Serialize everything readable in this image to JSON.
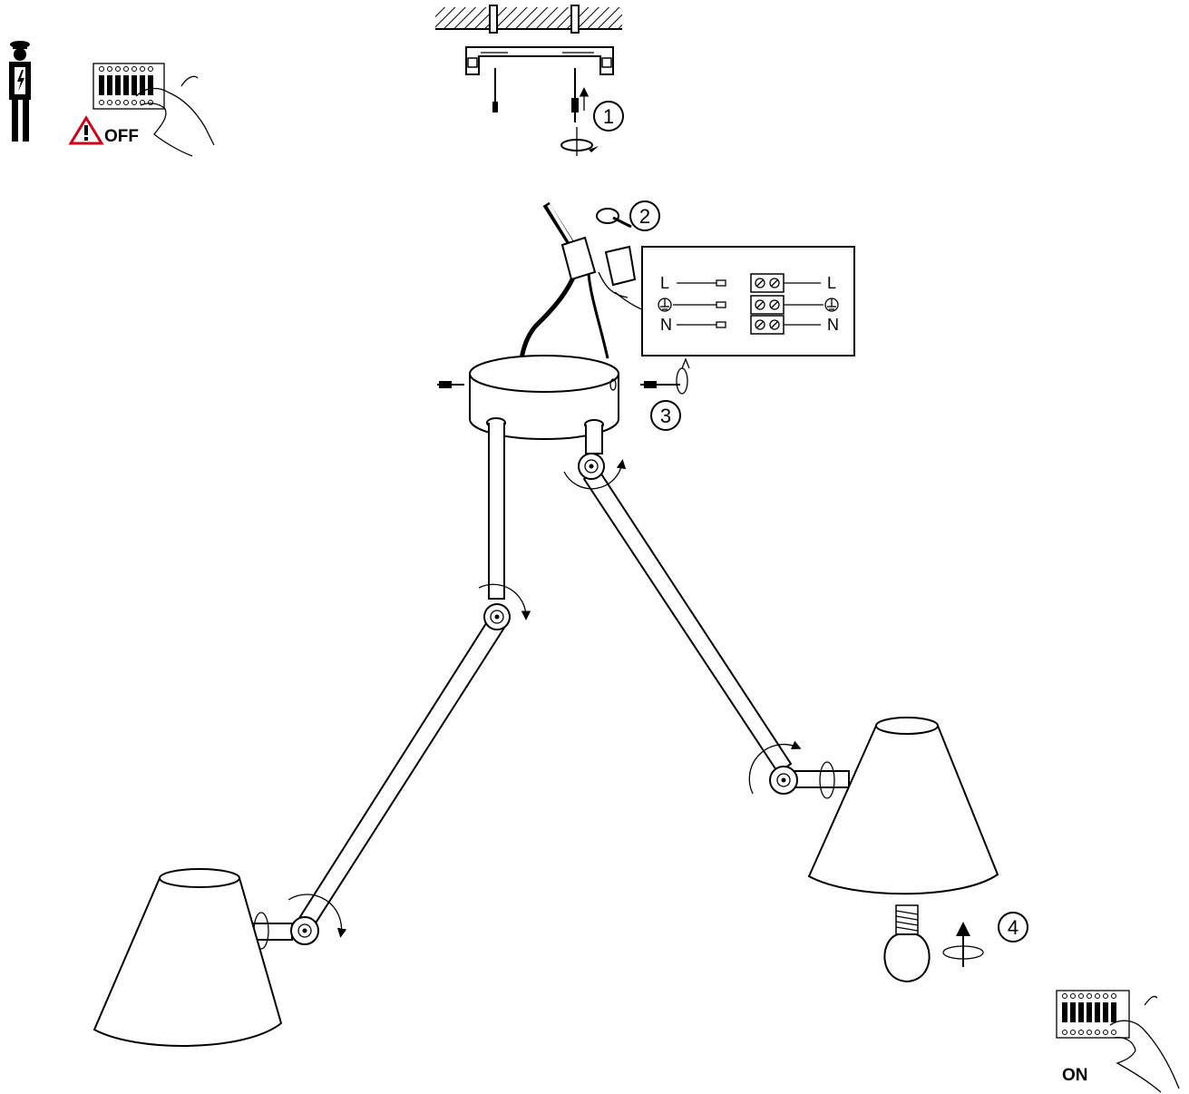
{
  "safety": {
    "off_label": "OFF",
    "on_label": "ON",
    "warning_icon": "warning-triangle-icon",
    "warning_color": "#d0021b"
  },
  "steps": [
    "1",
    "2",
    "3",
    "4"
  ],
  "wiring": {
    "left_labels": [
      "L",
      "N"
    ],
    "right_labels": [
      "L",
      "N"
    ],
    "ground_symbol": "ground-icon"
  }
}
